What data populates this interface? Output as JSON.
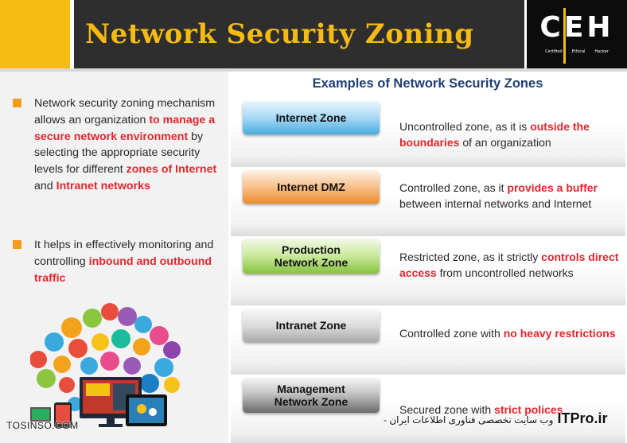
{
  "header": {
    "title": "Network Security Zoning",
    "logo": {
      "letters": "CEH",
      "sub": [
        "Certified",
        "Ethical",
        "Hacker"
      ]
    }
  },
  "left": {
    "bullets": [
      {
        "segments": [
          {
            "text": "Network security zoning mechanism allows an organization ",
            "highlight": false
          },
          {
            "text": "to manage a secure network environment",
            "highlight": true
          },
          {
            "text": " by selecting the appropriate security levels for different ",
            "highlight": false
          },
          {
            "text": "zones of Internet",
            "highlight": true
          },
          {
            "text": " and ",
            "highlight": false
          },
          {
            "text": "Intranet networks",
            "highlight": true
          }
        ]
      },
      {
        "segments": [
          {
            "text": "It helps in effectively monitoring and controlling ",
            "highlight": false
          },
          {
            "text": "inbound and outbound traffic",
            "highlight": true
          }
        ]
      }
    ],
    "watermark": "TOSINSO.COM"
  },
  "examples": {
    "heading": "Examples of Network Security Zones",
    "zones": [
      {
        "name": "Internet Zone",
        "color": "blue",
        "description": [
          {
            "text": "Uncontrolled zone, as it is ",
            "highlight": false
          },
          {
            "text": "outside the boundaries",
            "highlight": true
          },
          {
            "text": " of an organization",
            "highlight": false
          }
        ]
      },
      {
        "name": "Internet DMZ",
        "color": "orange",
        "description": [
          {
            "text": "Controlled zone, as it ",
            "highlight": false
          },
          {
            "text": "provides a buffer",
            "highlight": true
          },
          {
            "text": " between internal networks and Internet",
            "highlight": false
          }
        ]
      },
      {
        "name": "Production Network Zone",
        "color": "green",
        "description": [
          {
            "text": "Restricted zone, as it strictly ",
            "highlight": false
          },
          {
            "text": "controls direct access",
            "highlight": true
          },
          {
            "text": " from uncontrolled networks",
            "highlight": false
          }
        ]
      },
      {
        "name": "Intranet Zone",
        "color": "grey",
        "description": [
          {
            "text": "Controlled zone with ",
            "highlight": false
          },
          {
            "text": "no heavy restrictions",
            "highlight": true
          }
        ]
      },
      {
        "name": "Management Network Zone",
        "color": "dark",
        "description": [
          {
            "text": "Secured zone with ",
            "highlight": false
          },
          {
            "text": "strict polices",
            "highlight": true
          }
        ]
      }
    ]
  },
  "watermark_right": {
    "site": "ITPro.ir",
    "persian": "- وب سایت تخصصی فناوری اطلاعات ایران"
  },
  "colors": {
    "accent_yellow": "#f6bb12",
    "highlight_red": "#e3262d",
    "heading_blue": "#1f3f73",
    "bullet_orange": "#f49a1c"
  }
}
